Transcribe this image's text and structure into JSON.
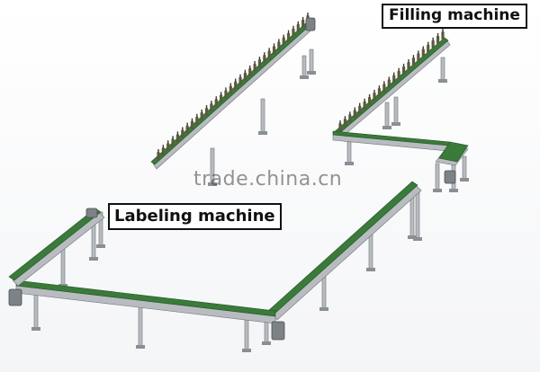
{
  "labels": {
    "filling_machine": "Filling machine",
    "labeling_machine": "Labeling machine"
  },
  "watermark": "trade.china.cn",
  "colors": {
    "belt": "#3a7a3a",
    "belt_dark": "#245224",
    "frame": "#b8bcc0",
    "frame_dark": "#6f7478",
    "bottle": "#5b5a3f",
    "background": "#ffffff"
  },
  "icons": {
    "drive_motor": "motor-icon",
    "bottle": "bottle-icon"
  }
}
